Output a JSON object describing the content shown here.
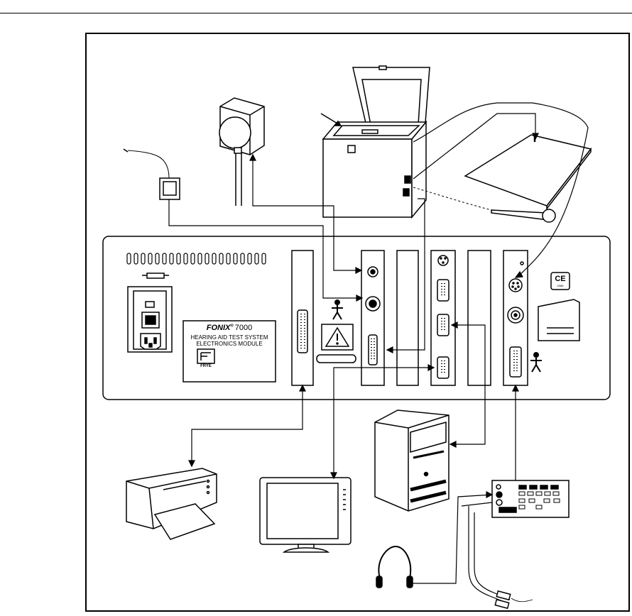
{
  "module": {
    "brand": "FONIX",
    "registered": "®",
    "model": "7000",
    "line1": "HEARING AID TEST SYSTEM",
    "line2": "ELECTRONICS MODULE",
    "maker": "FRYE"
  },
  "marks": {
    "ce": "CE",
    "ce_number": "0086"
  },
  "components": [
    "test-chamber",
    "loudspeaker",
    "microphone",
    "power-adapter",
    "probe-microphone-plate",
    "printer",
    "monitor",
    "computer",
    "remote-control-module",
    "headphones",
    "probe-cables"
  ]
}
